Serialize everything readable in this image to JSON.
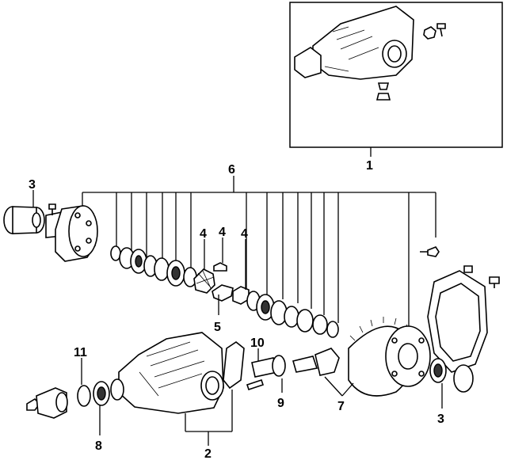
{
  "diagram": {
    "callouts": [
      {
        "id": "c1",
        "label": "1"
      },
      {
        "id": "c2",
        "label": "2"
      },
      {
        "id": "c3a",
        "label": "3"
      },
      {
        "id": "c3b",
        "label": "3"
      },
      {
        "id": "c4a",
        "label": "4"
      },
      {
        "id": "c4b",
        "label": "4"
      },
      {
        "id": "c4c",
        "label": "4"
      },
      {
        "id": "c5",
        "label": "5"
      },
      {
        "id": "c6",
        "label": "6"
      },
      {
        "id": "c7",
        "label": "7"
      },
      {
        "id": "c8",
        "label": "8"
      },
      {
        "id": "c9",
        "label": "9"
      },
      {
        "id": "c10",
        "label": "10"
      },
      {
        "id": "c11",
        "label": "11"
      }
    ]
  }
}
